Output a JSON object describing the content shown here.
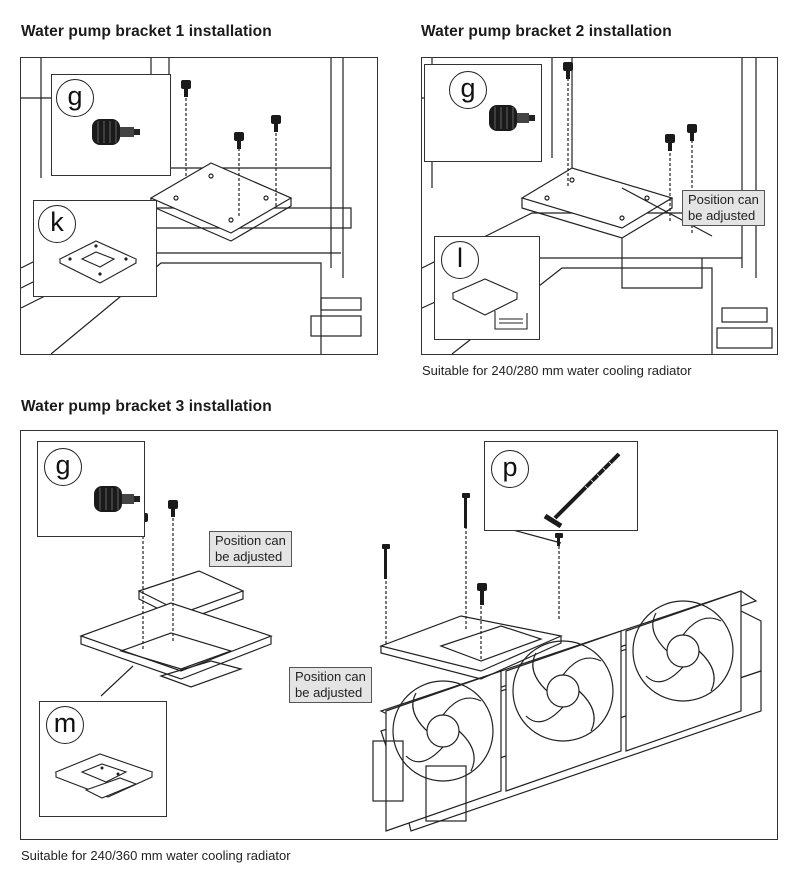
{
  "sections": [
    {
      "title": "Water pump bracket 1 installation",
      "caption": "",
      "insets": [
        {
          "letter": "g",
          "part_icon": "thumbscrew-icon"
        },
        {
          "letter": "k",
          "part_icon": "pump-bracket-plate-icon"
        }
      ],
      "notes": []
    },
    {
      "title": "Water pump bracket 2 installation",
      "caption": "Suitable for 240/280 mm water cooling radiator",
      "insets": [
        {
          "letter": "g",
          "part_icon": "thumbscrew-icon"
        },
        {
          "letter": "l",
          "part_icon": "pump-bracket-stand-icon"
        }
      ],
      "notes": [
        {
          "line1": "Position can",
          "line2": "be adjusted"
        }
      ]
    },
    {
      "title": "Water pump bracket 3 installation",
      "caption": "Suitable for 240/360 mm water cooling radiator",
      "insets": [
        {
          "letter": "g",
          "part_icon": "thumbscrew-icon"
        },
        {
          "letter": "m",
          "part_icon": "pump-bracket-frame-icon"
        },
        {
          "letter": "p",
          "part_icon": "long-screw-icon"
        }
      ],
      "notes": [
        {
          "line1": "Position can",
          "line2": "be adjusted"
        },
        {
          "line1": "Position can",
          "line2": "be adjusted"
        }
      ]
    }
  ],
  "colors": {
    "line": "#222222",
    "note_bg": "#e4e4e4",
    "screw": "#1a1a1a"
  }
}
